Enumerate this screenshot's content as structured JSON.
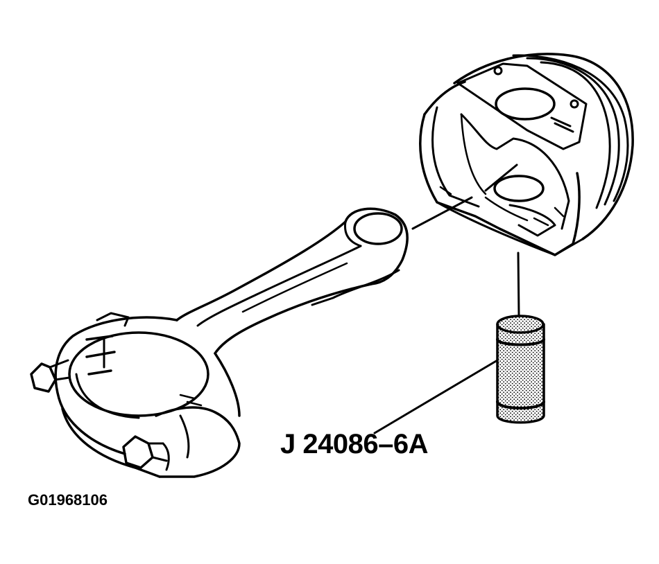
{
  "labels": {
    "tool_callout": "J 24086–6A",
    "figure_id": "G01968106"
  },
  "parts": [
    {
      "name": "piston"
    },
    {
      "name": "piston-pin"
    },
    {
      "name": "connecting-rod"
    }
  ],
  "colors": {
    "line": "#000000",
    "background": "#ffffff",
    "pin_texture": "#9a9a9a"
  }
}
